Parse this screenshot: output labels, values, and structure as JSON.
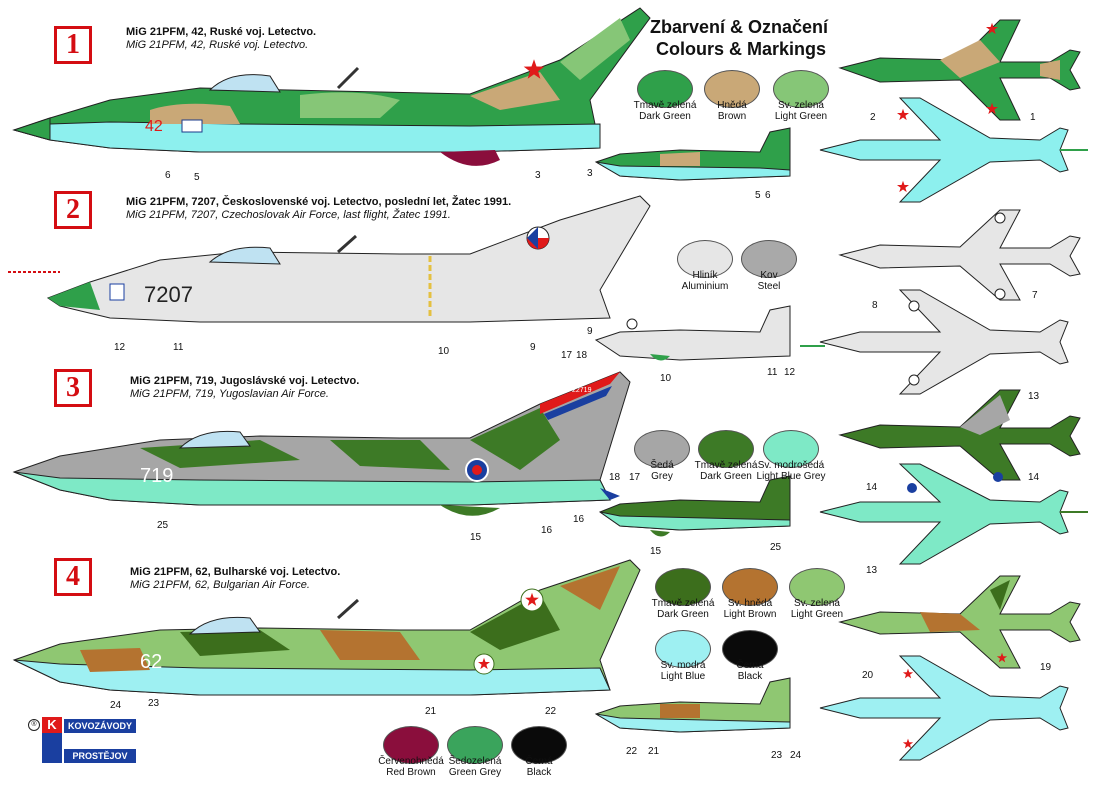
{
  "title": {
    "line1": "Zbarvení & Označení",
    "line2": "Colours & Markings"
  },
  "schemes": [
    {
      "number": "1",
      "caption_cz": "MiG 21PFM, 42, Ruské voj. Letectvo.",
      "caption_en": "MiG 21PFM, 42, Ruské voj. Letectvo.",
      "serial": "42"
    },
    {
      "number": "2",
      "caption_cz": "MiG 21PFM, 7207, Československé voj. Letectvo, poslední let, Žatec 1991.",
      "caption_en": "MiG 21PFM, 7207, Czechoslovak Air Force, last flight, Žatec 1991.",
      "serial": "7207"
    },
    {
      "number": "3",
      "caption_cz": "MiG 21PFM, 719, Jugoslávské voj. Letectvo.",
      "caption_en": "MiG 21PFM, 719, Yugoslavian Air Force.",
      "serial": "719",
      "tail_code": "22719"
    },
    {
      "number": "4",
      "caption_cz": "MiG 21PFM, 62, Bulharské voj. Letectvo.",
      "caption_en": "MiG 21PFM, 62, Bulgarian Air Force.",
      "serial": "62"
    }
  ],
  "swatches": [
    {
      "cz": "Tmavě zelená",
      "en": "Dark Green",
      "color": "#2fa04a"
    },
    {
      "cz": "Hnědá",
      "en": "Brown",
      "color": "#c9a877"
    },
    {
      "cz": "Sv. zelená",
      "en": "Light Green",
      "color": "#86c677"
    },
    {
      "cz": "Hliník",
      "en": "Aluminium",
      "color": "#e6e6e6"
    },
    {
      "cz": "Kov",
      "en": "Steel",
      "color": "#a9a9a9"
    },
    {
      "cz": "Šedá",
      "en": "Grey",
      "color": "#a6a6a6"
    },
    {
      "cz": "Tmavě zelená",
      "en": "Dark Green",
      "color": "#3d7a26"
    },
    {
      "cz": "Sv. modrošedá",
      "en": "Light Blue Grey",
      "color": "#7ee9c6"
    },
    {
      "cz": "Tmavě zelená",
      "en": "Dark Green",
      "color": "#3c6e1c"
    },
    {
      "cz": "Sv. hnědá",
      "en": "Light Brown",
      "color": "#b47330"
    },
    {
      "cz": "Sv. zelená",
      "en": "Light Green",
      "color": "#8fc772"
    },
    {
      "cz": "Sv. modrá",
      "en": "Light Blue",
      "color": "#9ef0f2"
    },
    {
      "cz": "Černá",
      "en": "Black",
      "color": "#0a0a0a"
    },
    {
      "cz": "Červenohnědá",
      "en": "Red Brown",
      "color": "#8a0e3c"
    },
    {
      "cz": "Šedozelená",
      "en": "Green Grey",
      "color": "#3aa45c"
    },
    {
      "cz": "Černá",
      "en": "Black",
      "color": "#0a0a0a"
    }
  ],
  "callouts": [
    "1",
    "2",
    "3",
    "3",
    "5",
    "6",
    "6",
    "5",
    "7",
    "8",
    "9",
    "9",
    "10",
    "10",
    "11",
    "11",
    "12",
    "12",
    "13",
    "13",
    "14",
    "14",
    "15",
    "15",
    "16",
    "16",
    "17",
    "17",
    "18",
    "18",
    "19",
    "20",
    "21",
    "21",
    "22",
    "22",
    "23",
    "23",
    "24",
    "24",
    "25",
    "25"
  ],
  "logo": {
    "top": "KOVOZÁVODY",
    "bottom": "PROSTĚJOV",
    "mark": "K",
    "registered": "®"
  },
  "colors": {
    "accent_red": "#d40d12",
    "camo_green": "#2fa04a",
    "underside_blue": "#8df0ee",
    "aluminium": "#e6e6e6"
  }
}
